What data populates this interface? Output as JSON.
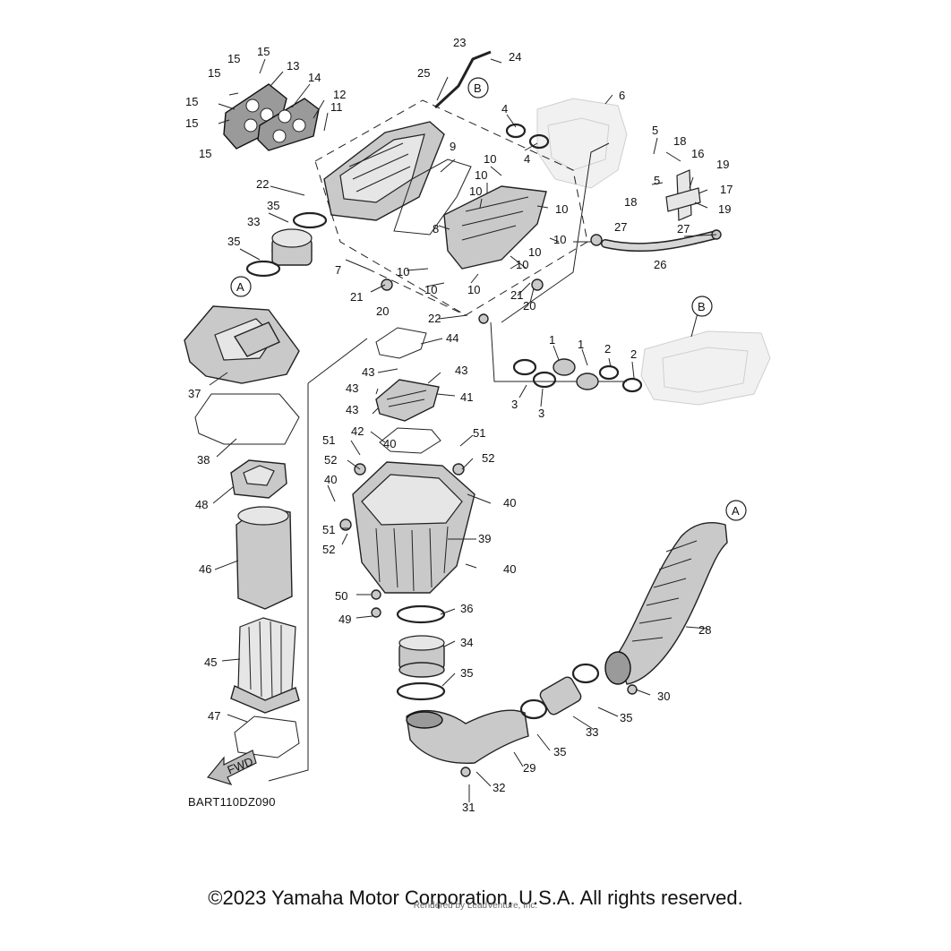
{
  "diagram": {
    "drawing_code": "BART110DZ090",
    "copyright": "©2023 Yamaha Motor Corporation, U.S.A. All rights reserved.",
    "render_credit": "Rendered by LeadVenture, Inc.",
    "fwd_label": "FWD",
    "ref_markers": [
      "A",
      "B"
    ],
    "callouts": [
      "1",
      "2",
      "3",
      "4",
      "5",
      "6",
      "7",
      "8",
      "9",
      "10",
      "11",
      "12",
      "13",
      "14",
      "15",
      "16",
      "17",
      "18",
      "19",
      "20",
      "21",
      "22",
      "23",
      "24",
      "25",
      "26",
      "27",
      "28",
      "29",
      "30",
      "31",
      "32",
      "33",
      "34",
      "35",
      "36",
      "37",
      "38",
      "39",
      "40",
      "41",
      "42",
      "43",
      "44",
      "45",
      "46",
      "47",
      "48",
      "49",
      "50",
      "51",
      "52"
    ]
  }
}
